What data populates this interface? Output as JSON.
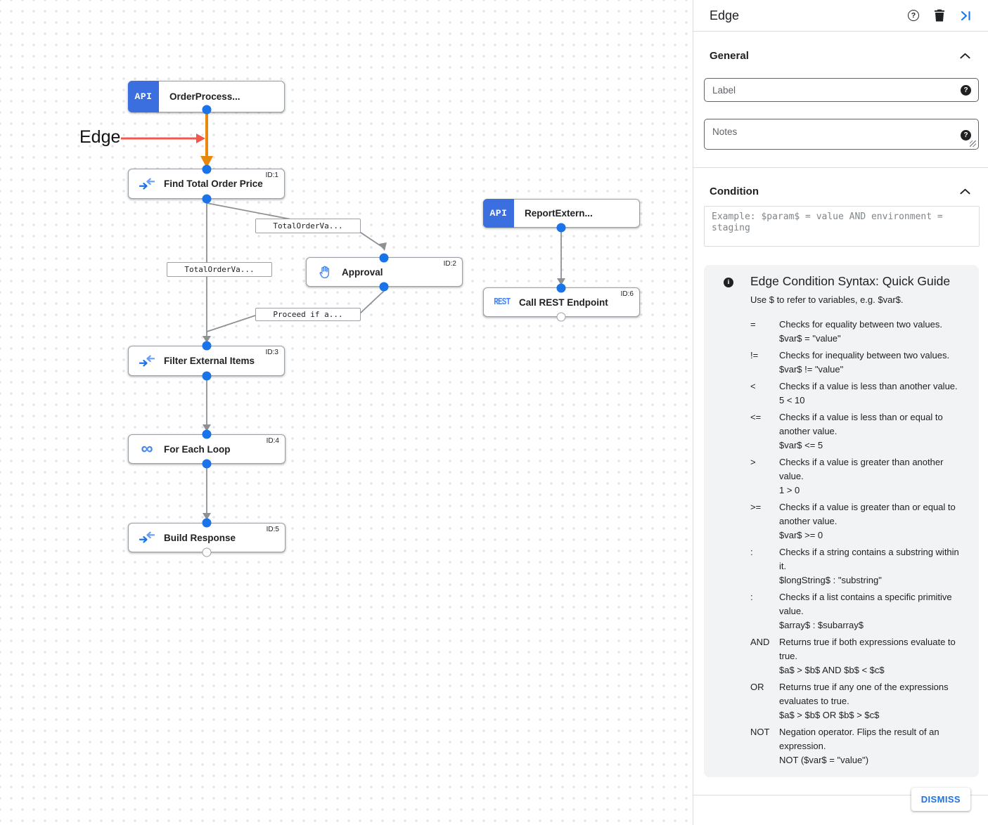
{
  "canvas": {
    "annotation": {
      "label": "Edge"
    },
    "nodes": [
      {
        "badge": "API",
        "label": "OrderProcess..."
      },
      {
        "id_label": "ID:1",
        "label": "Find Total Order Price"
      },
      {
        "id_label": "ID:2",
        "label": "Approval"
      },
      {
        "badge": "API",
        "label": "ReportExtern..."
      },
      {
        "id_label": "ID:6",
        "badge": "REST",
        "label": "Call REST Endpoint"
      },
      {
        "id_label": "ID:3",
        "label": "Filter External Items"
      },
      {
        "id_label": "ID:4",
        "label": "For Each Loop"
      },
      {
        "id_label": "ID:5",
        "label": "Build Response"
      }
    ],
    "edge_labels": [
      "TotalOrderVa...",
      "TotalOrderVa...",
      "Proceed if a..."
    ]
  },
  "icons": {
    "infinity_glyph": "∞",
    "help_glyph": "?",
    "info_glyph": "i"
  },
  "panel": {
    "title": "Edge",
    "general": {
      "title": "General",
      "label_placeholder": "Label",
      "notes_placeholder": "Notes"
    },
    "condition": {
      "title": "Condition",
      "placeholder": "Example: $param$ = value AND environment = staging"
    },
    "guide": {
      "title": "Edge Condition Syntax: Quick Guide",
      "intro": "Use $ to refer to variables, e.g. $var$.",
      "rules": [
        {
          "op": "=",
          "desc": "Checks for equality between two values.",
          "example": "$var$ = \"value\""
        },
        {
          "op": "!=",
          "desc": "Checks for inequality between two values.",
          "example": "$var$ != \"value\""
        },
        {
          "op": "<",
          "desc": "Checks if a value is less than another value.",
          "example": "5 < 10"
        },
        {
          "op": "<=",
          "desc": "Checks if a value is less than or equal to another value.",
          "example": "$var$ <= 5"
        },
        {
          "op": ">",
          "desc": "Checks if a value is greater than another value.",
          "example": "1 > 0"
        },
        {
          "op": ">=",
          "desc": "Checks if a value is greater than or equal to another value.",
          "example": "$var$ >= 0"
        },
        {
          "op": ":",
          "desc": "Checks if a string contains a substring within it.",
          "example": "$longString$ : \"substring\""
        },
        {
          "op": ":",
          "desc": "Checks if a list contains a specific primitive value.",
          "example": "$array$ : $subarray$"
        },
        {
          "op": "AND",
          "desc": "Returns true if both expressions evaluate to true.",
          "example": "$a$ > $b$ AND $b$ < $c$"
        },
        {
          "op": "OR",
          "desc": "Returns true if any one of the expressions evaluates to true.",
          "example": "$a$ > $b$ OR $b$ > $c$"
        },
        {
          "op": "NOT",
          "desc": "Negation operator. Flips the result of an expression.",
          "example": "NOT ($var$ = \"value\")"
        }
      ]
    },
    "dismiss_label": "DISMISS",
    "colors": {
      "accent_blue": "#1a73e8",
      "selected_edge_orange": "#e8890c",
      "annotation_red": "#f4564b"
    }
  }
}
